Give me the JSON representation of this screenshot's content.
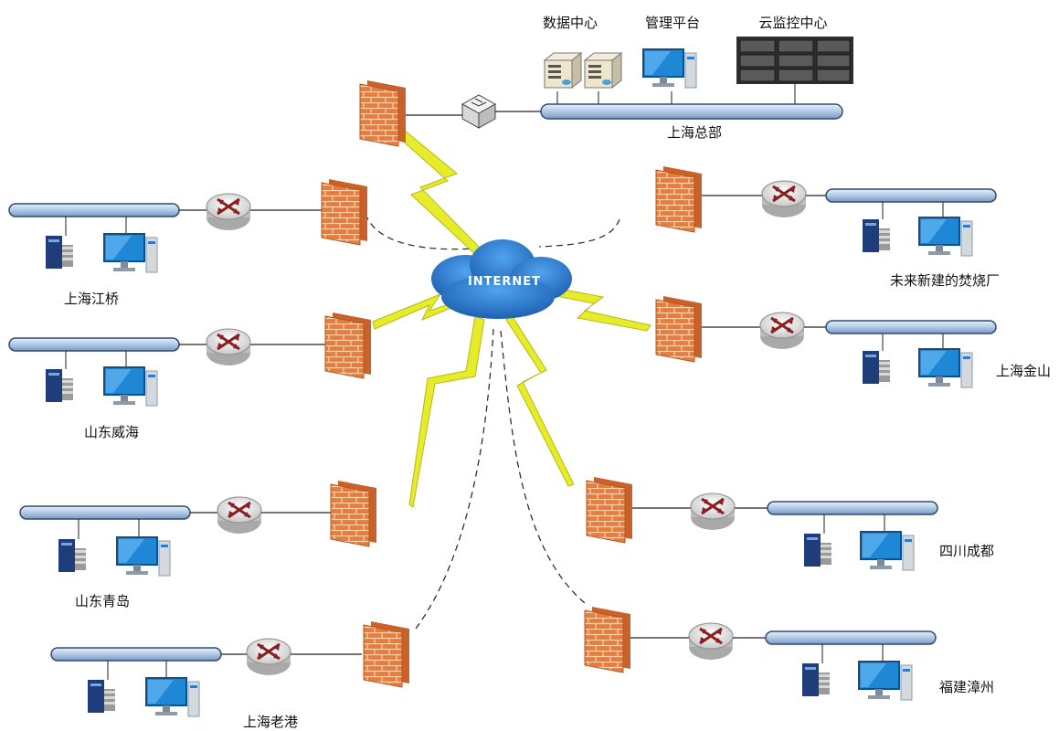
{
  "cloud": {
    "label": "INTERNET"
  },
  "headquarters": {
    "name": "上海总部",
    "devices": {
      "data_center": "数据中心",
      "mgmt_platform": "管理平台",
      "cloud_monitor": "云监控中心"
    }
  },
  "sites": [
    {
      "id": "jiangqiao",
      "name": "上海江桥",
      "link": "dashed"
    },
    {
      "id": "weihai",
      "name": "山东威海",
      "link": "lightning"
    },
    {
      "id": "qingdao",
      "name": "山东青岛",
      "link": "lightning"
    },
    {
      "id": "laogang",
      "name": "上海老港",
      "link": "dashed"
    },
    {
      "id": "new_incinerator",
      "name": "未来新建的焚烧厂",
      "link": "dashed"
    },
    {
      "id": "jinshan",
      "name": "上海金山",
      "link": "lightning"
    },
    {
      "id": "chengdu",
      "name": "四川成都",
      "link": "lightning"
    },
    {
      "id": "zhangzhou",
      "name": "福建漳州",
      "link": "dashed"
    }
  ],
  "colors": {
    "firewall": "#e87c3a",
    "firewall_mortar": "#fbd2ad",
    "bus_pipe": "#bcd3ee",
    "bus_outline": "#34506f",
    "lightning": "#e6ec2a",
    "cloud": "#1f6fc2"
  }
}
